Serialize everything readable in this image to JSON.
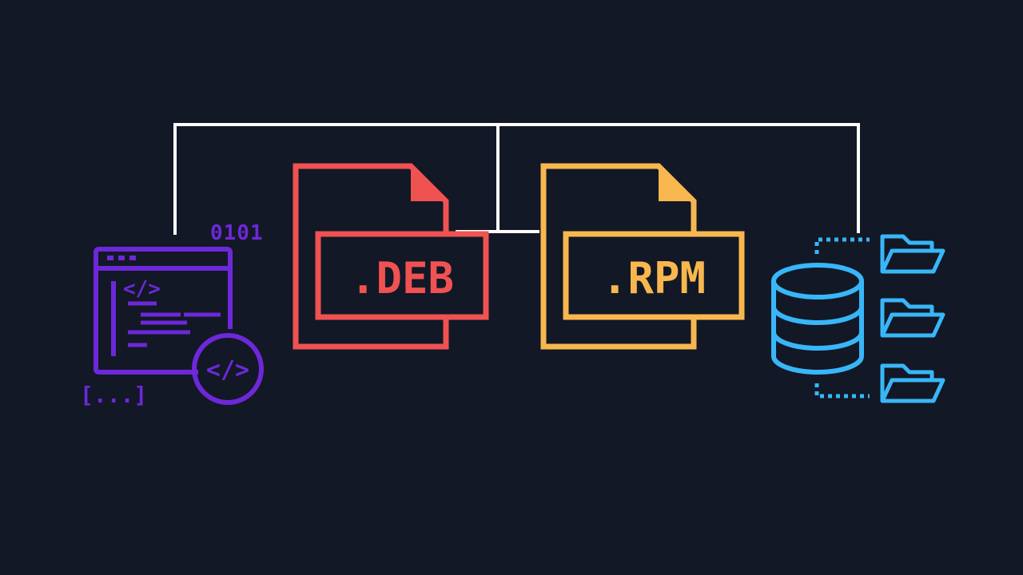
{
  "colors": {
    "background": "#121826",
    "connector": "#ffffff",
    "source_code": "#6d28d9",
    "deb": "#f05252",
    "rpm": "#f8b74e",
    "database": "#38b6f8"
  },
  "icons": {
    "source_code": "source-code-window-icon",
    "deb": "deb-file-icon",
    "rpm": "rpm-file-icon",
    "database": "database-icon",
    "folder": "folder-icon"
  },
  "source_code": {
    "binary": "0101",
    "tag_small": "</>",
    "tag_badge": "</>",
    "bracket": "[...]"
  },
  "deb": {
    "label": ".DEB"
  },
  "rpm": {
    "label": ".RPM"
  }
}
